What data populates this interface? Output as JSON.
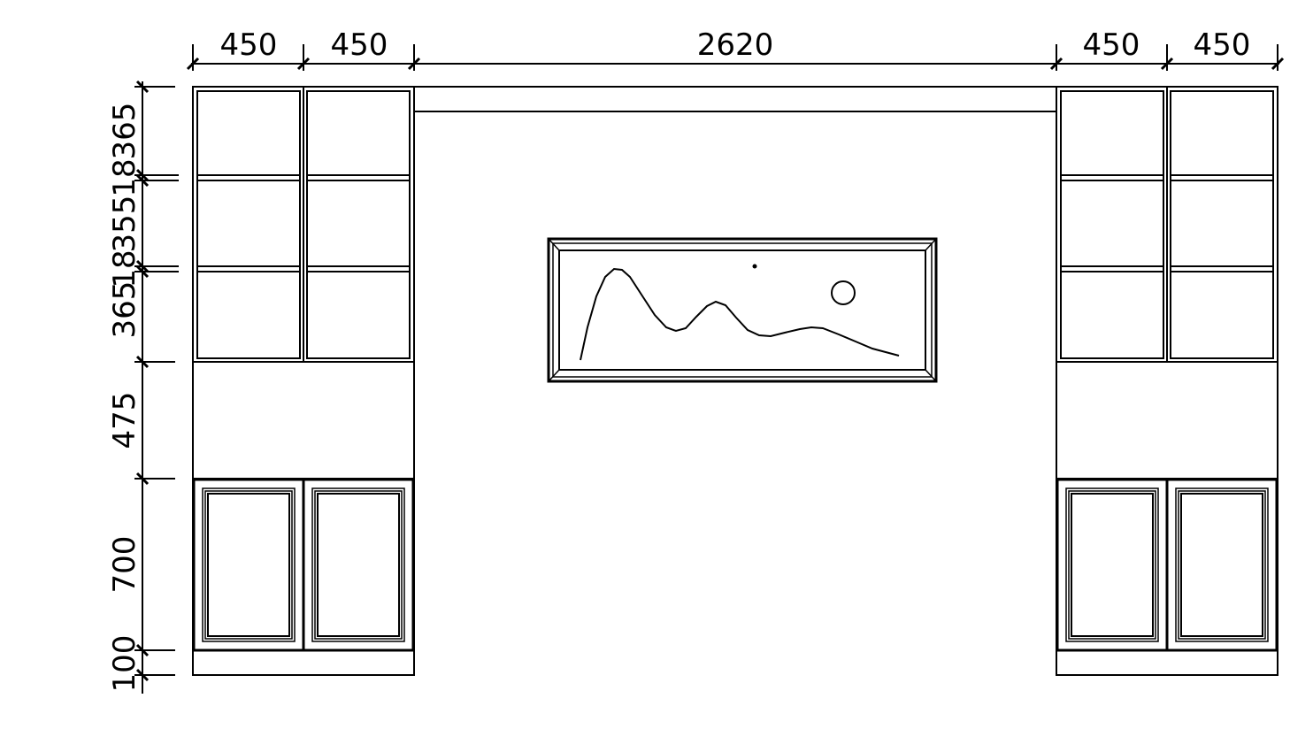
{
  "drawing": {
    "stroke_color": "#000000",
    "background_color": "#ffffff"
  },
  "dimensions": {
    "horizontal": [
      "450",
      "450",
      "2620",
      "450",
      "450"
    ],
    "vertical": [
      "365",
      "18",
      "355",
      "18",
      "365",
      "475",
      "700",
      "100"
    ]
  },
  "elements": {
    "left_cabinet": {
      "upper": "glass-door shelving, 3 tiers x 2 doors",
      "lower": "2 paneled doors"
    },
    "right_cabinet": {
      "upper": "glass-door shelving, 3 tiers x 2 doors",
      "lower": "2 paneled doors"
    },
    "center": {
      "top_bulkhead": true,
      "artwork": "framed landscape painting with mountains and moon"
    }
  }
}
